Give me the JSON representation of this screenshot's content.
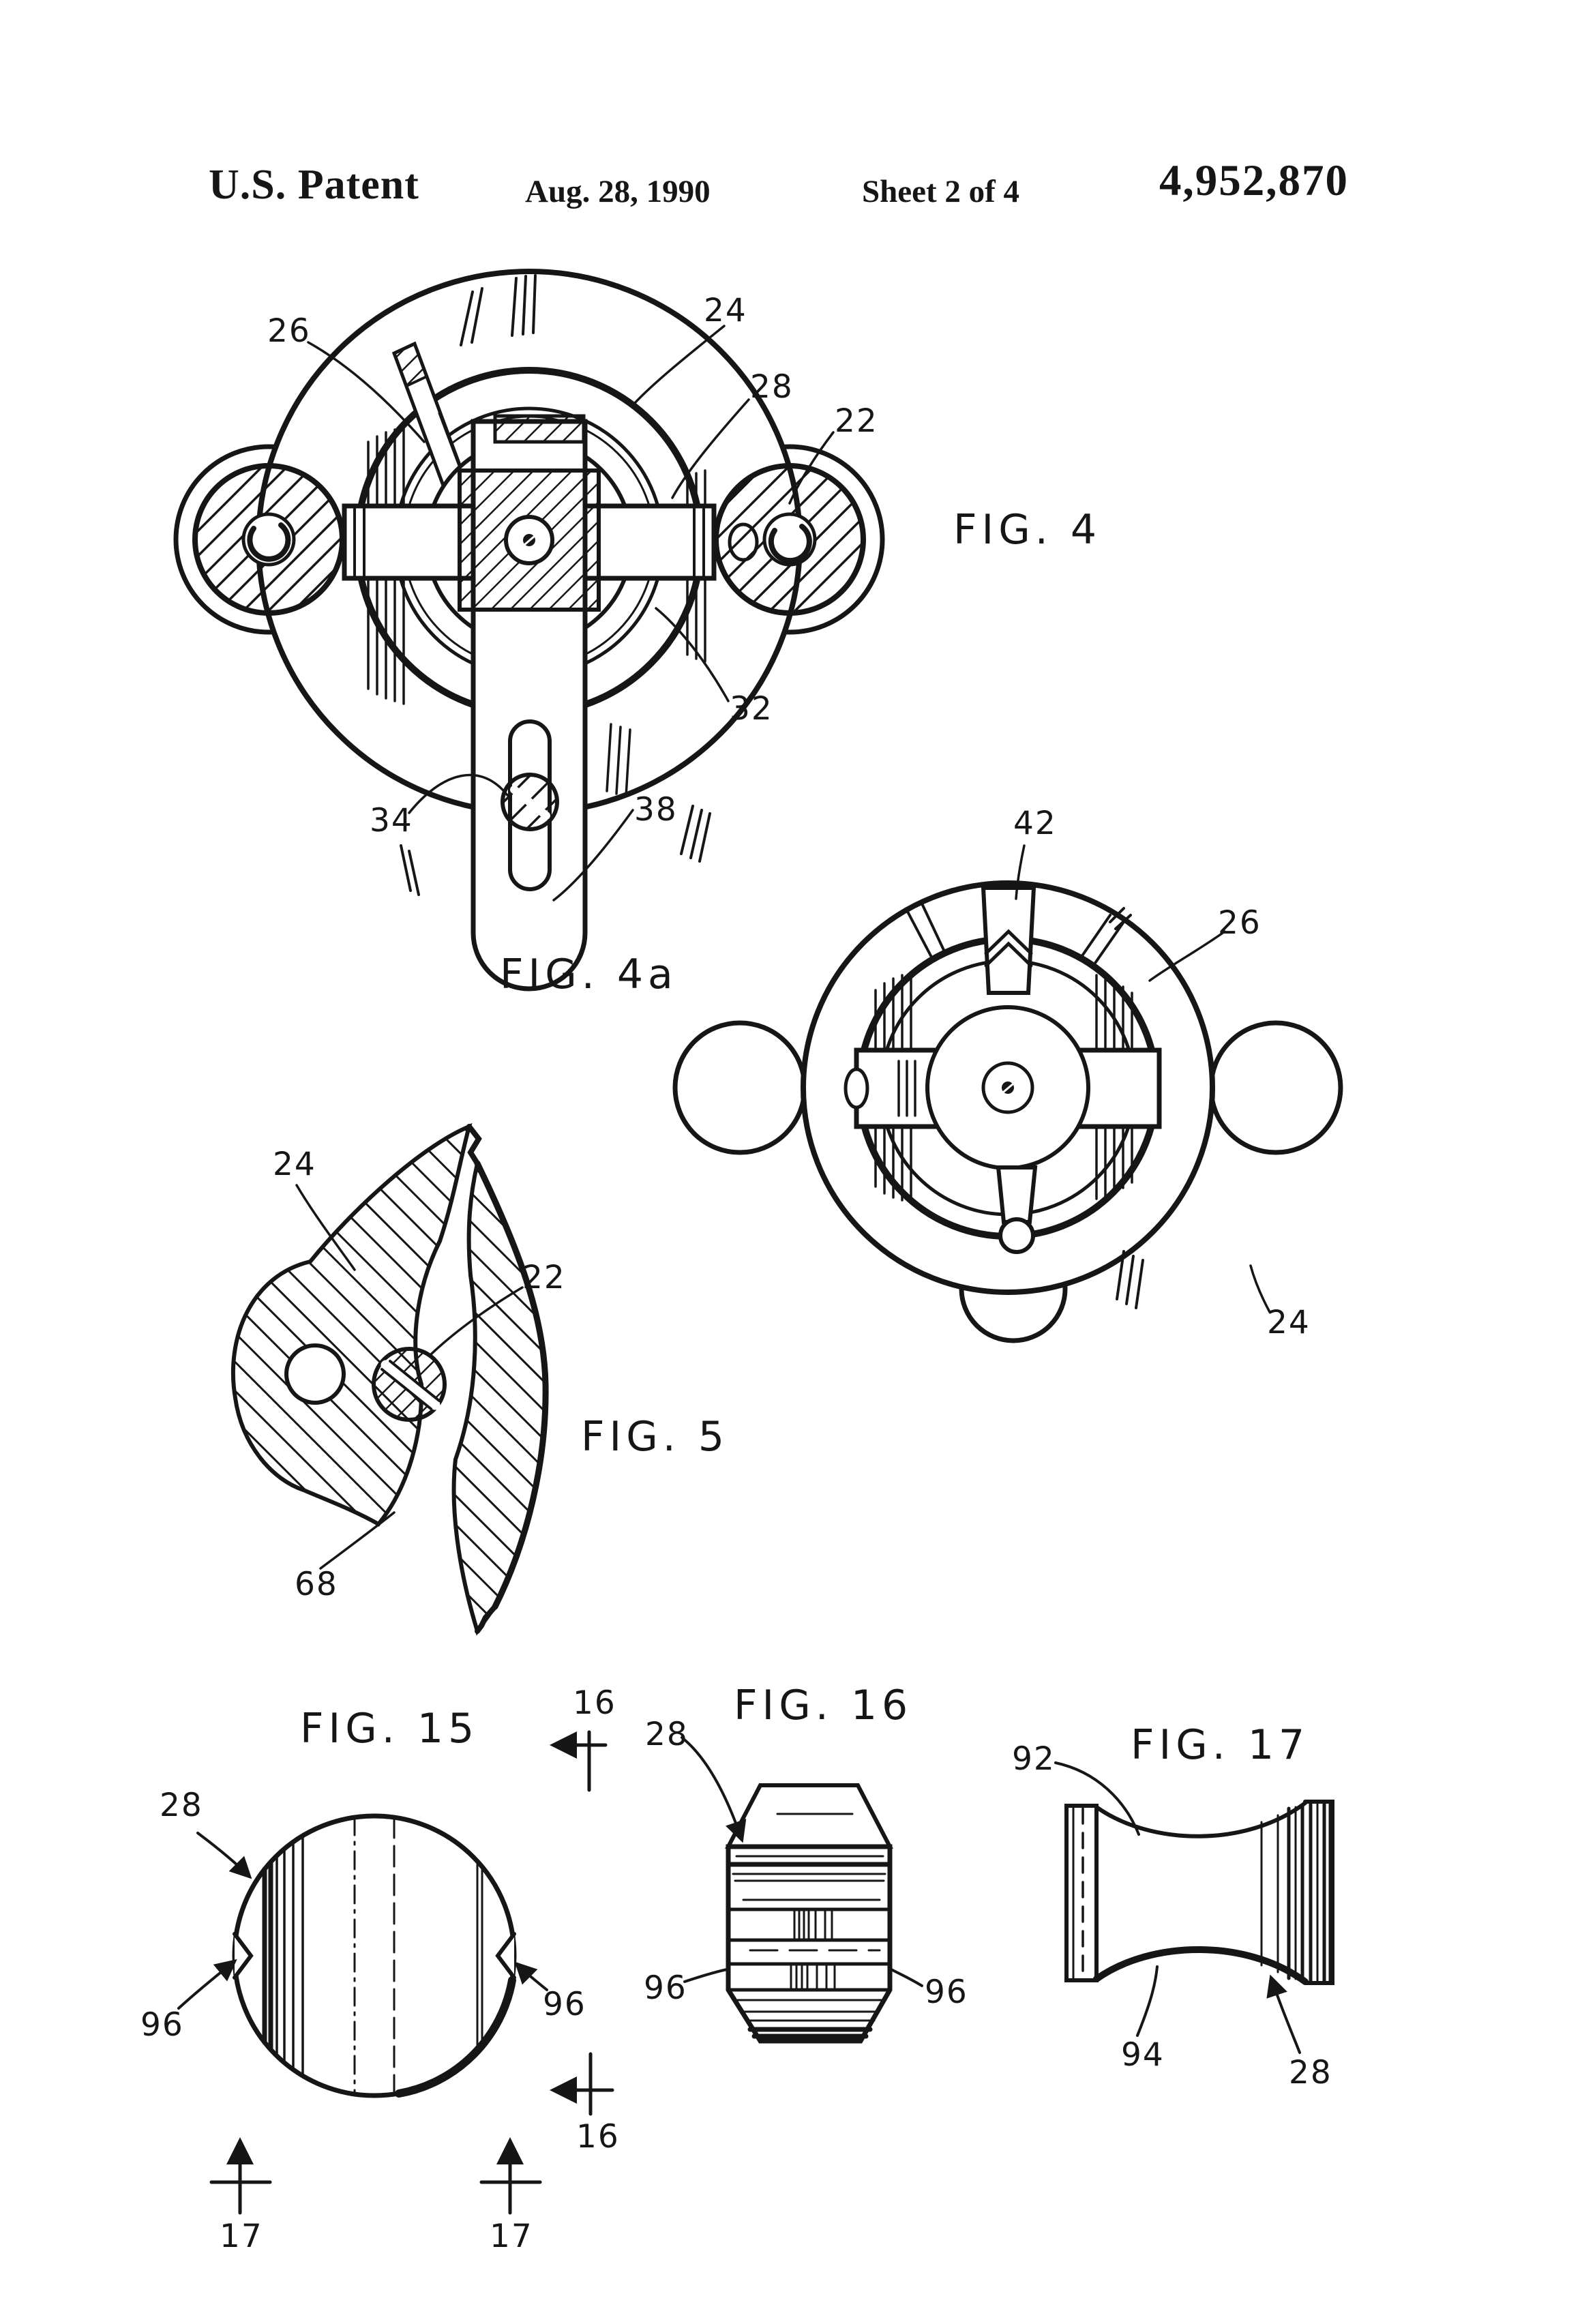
{
  "header": {
    "title": "U.S. Patent",
    "date": "Aug. 28, 1990",
    "sheet": "Sheet 2 of 4",
    "patent_number": "4,952,870"
  },
  "figures": {
    "fig4": {
      "label": "FIG. 4",
      "refs": {
        "r26": "26",
        "r24": "24",
        "r28": "28",
        "r22": "22",
        "r32": "32",
        "r34": "34",
        "r38": "38"
      }
    },
    "fig4a": {
      "label": "FIG. 4a",
      "refs": {
        "r42": "42",
        "r26": "26",
        "r24": "24"
      }
    },
    "fig5": {
      "label": "FIG. 5",
      "refs": {
        "r24": "24",
        "r22": "22",
        "r68": "68"
      }
    },
    "fig15": {
      "label": "FIG. 15",
      "refs": {
        "r28": "28",
        "r96l": "96",
        "r96r": "96",
        "r16top": "16",
        "r16bot": "16",
        "r17l": "17",
        "r17r": "17"
      }
    },
    "fig16": {
      "label": "FIG. 16",
      "refs": {
        "r28": "28",
        "r96l": "96",
        "r96r": "96"
      }
    },
    "fig17": {
      "label": "FIG. 17",
      "refs": {
        "r92": "92",
        "r94": "94",
        "r28": "28"
      }
    }
  }
}
